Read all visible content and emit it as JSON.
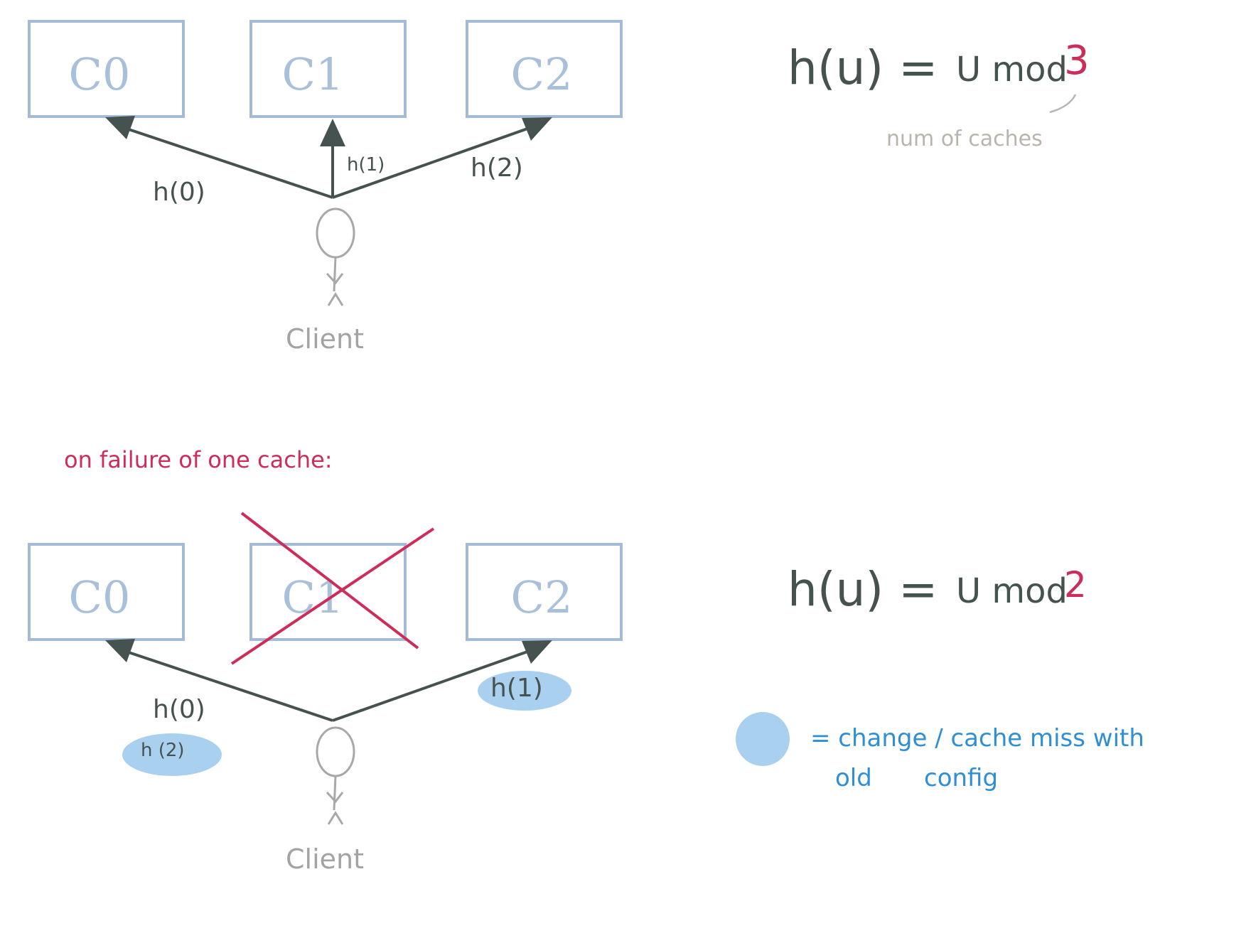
{
  "top": {
    "caches": [
      "C0",
      "C1",
      "C2"
    ],
    "edge_labels": [
      "h(0)",
      "h(1)",
      "h(2)"
    ],
    "client_label": "Client",
    "formula": {
      "left": "h(u) =",
      "mid": "U mod",
      "modulus": "3",
      "annotation": "num of caches"
    }
  },
  "bottom": {
    "title": "on failure of one cache:",
    "caches": [
      "C0",
      "C1",
      "C2"
    ],
    "failed_cache": "C1",
    "edge_labels_left": [
      "h(0)",
      "h (2)"
    ],
    "edge_label_right": "h(1)",
    "client_label": "Client",
    "formula": {
      "left": "h(u) =",
      "mid": "U mod",
      "modulus": "2"
    }
  },
  "legend": {
    "line1": "= change / cache miss with",
    "line2_a": "old",
    "line2_b": "config"
  },
  "colors": {
    "box": "#a3bbd6",
    "cache_text": "#a9c0da",
    "ink": "#46524f",
    "red": "#cc2d5a",
    "highlight": "#a9d1ef",
    "legend_blue": "#2f8fd6",
    "grey": "#a8a8a8"
  }
}
